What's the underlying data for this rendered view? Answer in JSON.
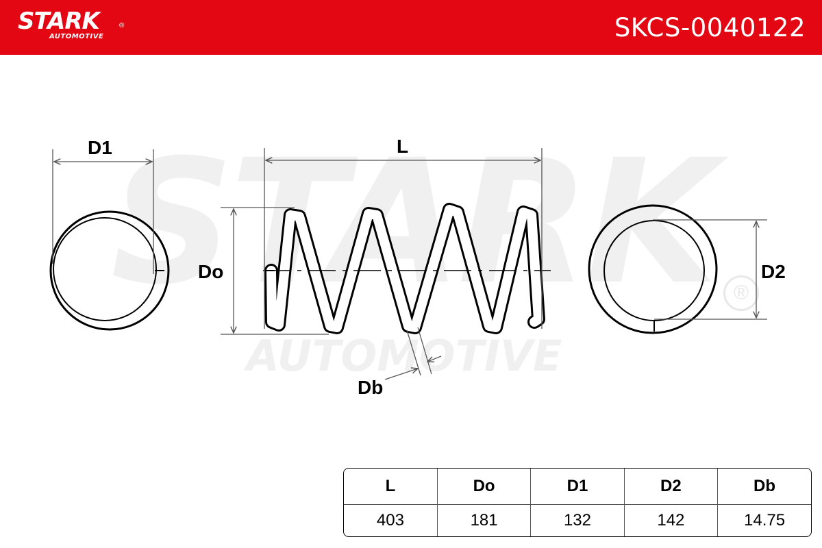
{
  "header": {
    "brand": "STARK",
    "brand_sub": "AUTOMOTIVE",
    "brand_reg": "®",
    "part_number": "SKCS-0040122"
  },
  "watermark": {
    "line1": "STARK",
    "line2": "AUTOMOTIVE",
    "reg": "®"
  },
  "diagram_labels": {
    "d1": "D1",
    "l": "L",
    "do": "Do",
    "d2": "D2",
    "db": "Db"
  },
  "spec_table": {
    "headers": [
      "L",
      "Do",
      "D1",
      "D2",
      "Db"
    ],
    "values": [
      "403",
      "181",
      "132",
      "142",
      "14.75"
    ]
  },
  "colors": {
    "brand_red": "#e30613",
    "line": "#000000",
    "watermark": "#f0f0f0"
  }
}
